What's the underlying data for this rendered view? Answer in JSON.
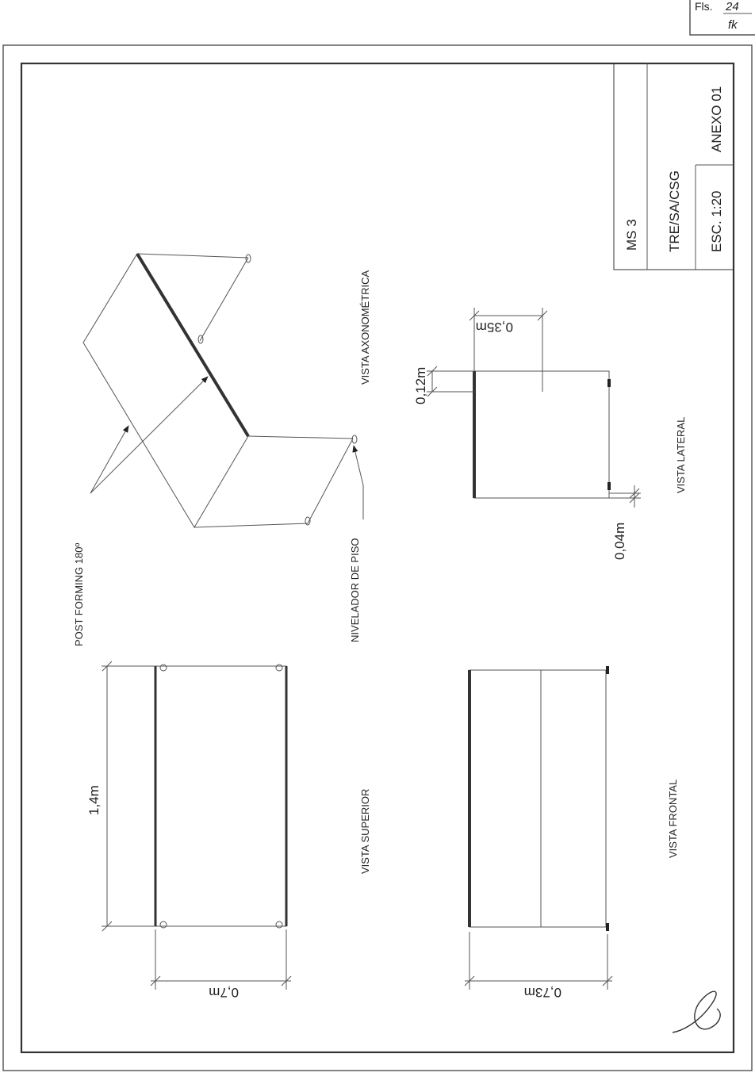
{
  "stamp": {
    "prefix": "Fls.",
    "number": "24",
    "initials": "fk"
  },
  "title_block": {
    "code": "MS 3",
    "organization": "TRE/SA/CSG",
    "scale": "ESC. 1:20",
    "annex": "ANEXO 01"
  },
  "views": {
    "axonometric": "VISTA AXONOMÉTRICA",
    "top": "VISTA SUPERIOR",
    "lateral": "VISTA LATERAL",
    "front": "VISTA FRONTAL"
  },
  "callouts": {
    "post_forming": "POST FORMING 180º",
    "leveler": "NIVELADOR DE PISO"
  },
  "dimensions": {
    "length": "1,4m",
    "top_depth": "0,7m",
    "front_height": "0,73m",
    "lateral_width": "0,35m",
    "lateral_offset": "0,12m",
    "leg_height": "0,04m"
  },
  "signature": "handwritten-initials"
}
